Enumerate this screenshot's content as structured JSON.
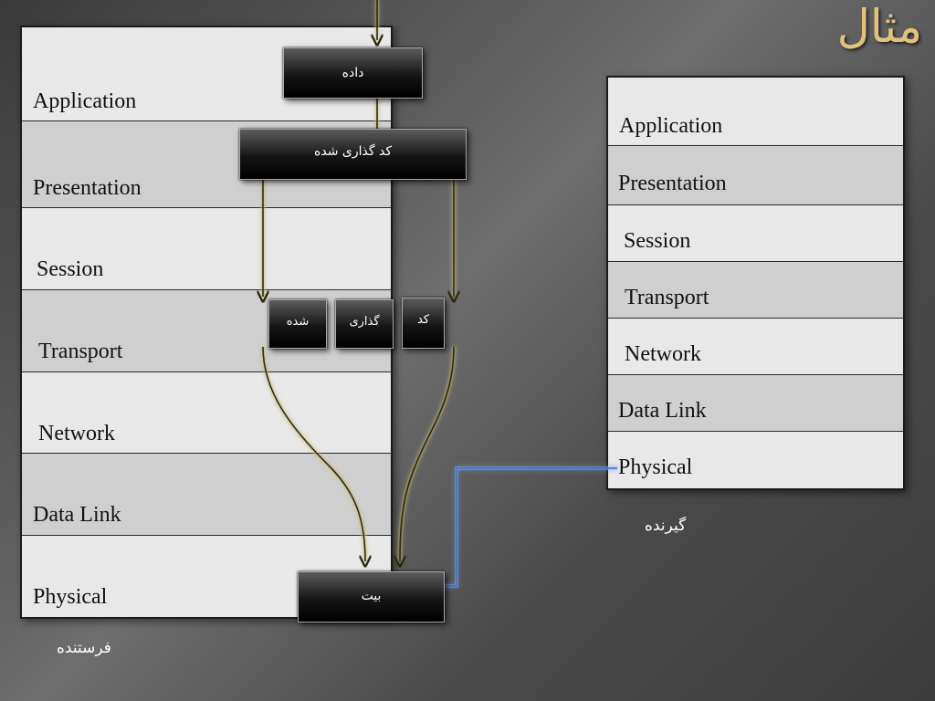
{
  "title": "مثال",
  "sender": {
    "caption": "فرستنده",
    "layers": [
      "Application",
      "Presentation",
      "Session",
      "Transport",
      "Network",
      "Data Link",
      "Physical"
    ]
  },
  "receiver": {
    "caption": "گیرنده",
    "layers": [
      "Application",
      "Presentation",
      "Session",
      "Transport",
      "Network",
      "Data Link",
      "Physical"
    ]
  },
  "boxes": {
    "data": "داده",
    "encoded": "کد گذاری شده",
    "seg_shodeh": "شده",
    "seg_gozari": "گذاری",
    "seg_kod": "کد",
    "bit": "بیت"
  },
  "colors": {
    "arrow": "#2b2a12",
    "arrow_glow": "#c8b878",
    "link": "#3a6fd0",
    "title": "#e0c27e"
  }
}
